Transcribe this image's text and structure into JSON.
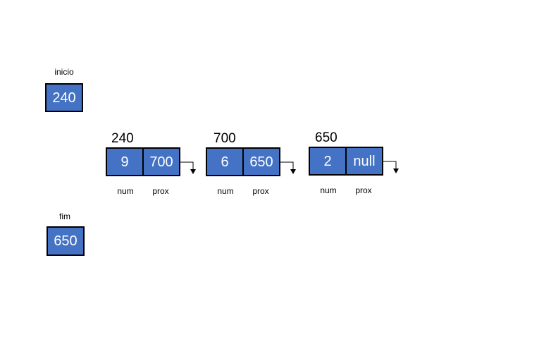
{
  "pointers": {
    "inicio": {
      "label": "inicio",
      "value": "240"
    },
    "fim": {
      "label": "fim",
      "value": "650"
    }
  },
  "nodes": [
    {
      "address": "240",
      "num": "9",
      "prox": "700",
      "num_label": "num",
      "prox_label": "prox"
    },
    {
      "address": "700",
      "num": "6",
      "prox": "650",
      "num_label": "num",
      "prox_label": "prox"
    },
    {
      "address": "650",
      "num": "2",
      "prox": "null",
      "num_label": "num",
      "prox_label": "prox"
    }
  ],
  "colors": {
    "box_fill": "#4472c4",
    "box_border": "#000000",
    "box_text": "#ffffff"
  }
}
